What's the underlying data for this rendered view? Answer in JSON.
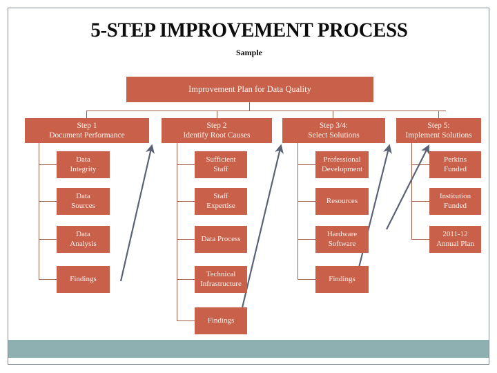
{
  "slide": {
    "title": "5-STEP IMPROVEMENT PROCESS",
    "subtitle": "Sample",
    "accent_color": "#c8604a",
    "band_color": "#8fb0b0",
    "connector_color": "#a15a45",
    "arrow_color": "#5a6273",
    "text_color": "#fdf4ef",
    "border_color": "#7c8b91"
  },
  "header": {
    "label": "Improvement Plan for Data Quality"
  },
  "columns": [
    {
      "step_line1": "Step 1",
      "step_line2": "Document Performance",
      "items": [
        {
          "line1": "Data",
          "line2": "Integrity"
        },
        {
          "line1": "Data",
          "line2": "Sources"
        },
        {
          "line1": "Data",
          "line2": "Analysis"
        },
        {
          "line1": "Findings",
          "line2": ""
        }
      ]
    },
    {
      "step_line1": "Step 2",
      "step_line2": "Identify Root Causes",
      "items": [
        {
          "line1": "Sufficient",
          "line2": "Staff"
        },
        {
          "line1": "Staff",
          "line2": "Expertise"
        },
        {
          "line1": "Data Process",
          "line2": ""
        },
        {
          "line1": "Technical",
          "line2": "Infrastructure"
        },
        {
          "line1": "Findings",
          "line2": ""
        }
      ]
    },
    {
      "step_line1": "Step 3/4:",
      "step_line2": "Select Solutions",
      "items": [
        {
          "line1": "Professional",
          "line2": "Development"
        },
        {
          "line1": "Resources",
          "line2": ""
        },
        {
          "line1": "Hardware",
          "line2": "Software"
        },
        {
          "line1": "Findings",
          "line2": ""
        }
      ]
    },
    {
      "step_line1": "Step 5:",
      "step_line2": "Implement Solutions",
      "items": [
        {
          "line1": "Perkins",
          "line2": "Funded"
        },
        {
          "line1": "Institution",
          "line2": "Funded"
        },
        {
          "line1": "2011-12",
          "line2": "Annual Plan"
        }
      ]
    }
  ]
}
